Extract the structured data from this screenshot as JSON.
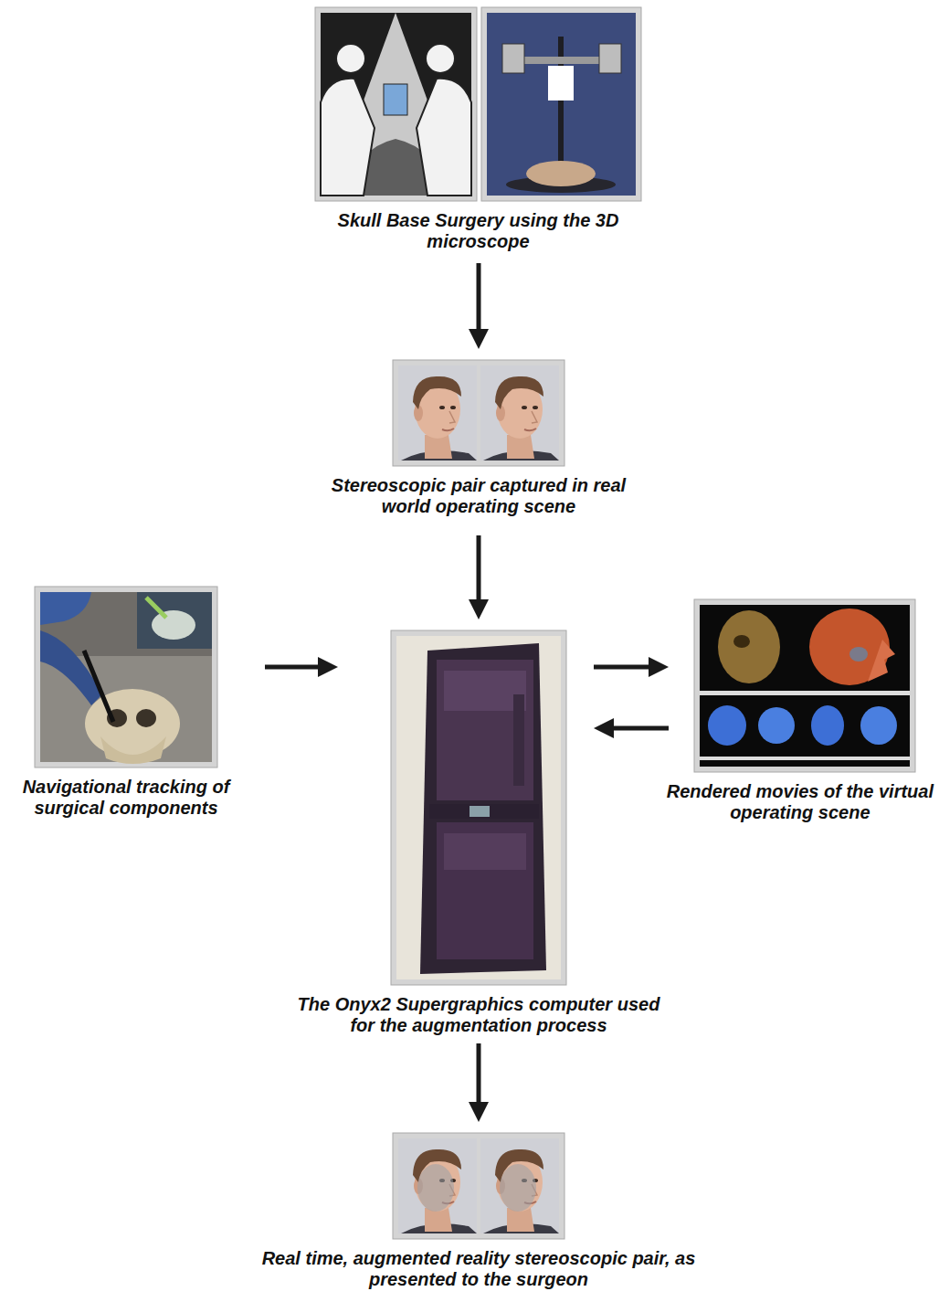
{
  "diagram": {
    "nodes": [
      {
        "text": [
          "Skull Base Surgery using the 3D microscope"
        ]
      },
      {
        "text": [
          "Stereoscopic pair captured in real world operating scene"
        ]
      },
      {
        "text": [
          "Navigational tracking of surgical components"
        ]
      },
      {
        "text": [
          "The Onyx2 Supergraphics computer used for the augmentation process"
        ]
      },
      {
        "text": [
          "Rendered movies of the virtual operating scene"
        ]
      },
      {
        "text": [
          "Real time, augmented reality stereoscopic pair, as presented to the surgeon"
        ]
      }
    ],
    "edges": [
      {
        "from": 0,
        "to": 1,
        "arrow": "to"
      },
      {
        "from": 1,
        "to": 3,
        "arrow": "to"
      },
      {
        "from": 2,
        "to": 3,
        "arrow": "to"
      },
      {
        "from": 3,
        "to": 4,
        "arrow": "to"
      },
      {
        "from": 4,
        "to": 3,
        "arrow": "to"
      },
      {
        "from": 3,
        "to": 5,
        "arrow": "to"
      }
    ]
  }
}
